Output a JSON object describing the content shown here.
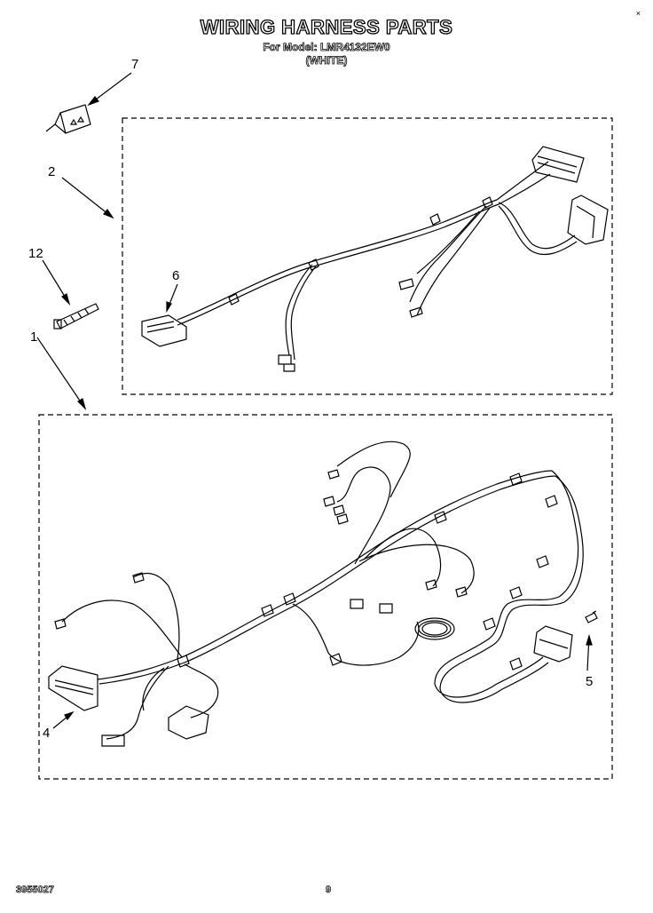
{
  "header": {
    "title": "WIRING HARNESS PARTS",
    "model_line": "For Model: LMR4132EW0",
    "color_line": "(WHITE)"
  },
  "corner_mark": "×",
  "callouts": {
    "item_7": "7",
    "item_2": "2",
    "item_12": "12",
    "item_1": "1",
    "item_6": "6",
    "item_4": "4",
    "item_5": "5"
  },
  "footer": {
    "doc_number": "3955027",
    "page_number": "9"
  }
}
